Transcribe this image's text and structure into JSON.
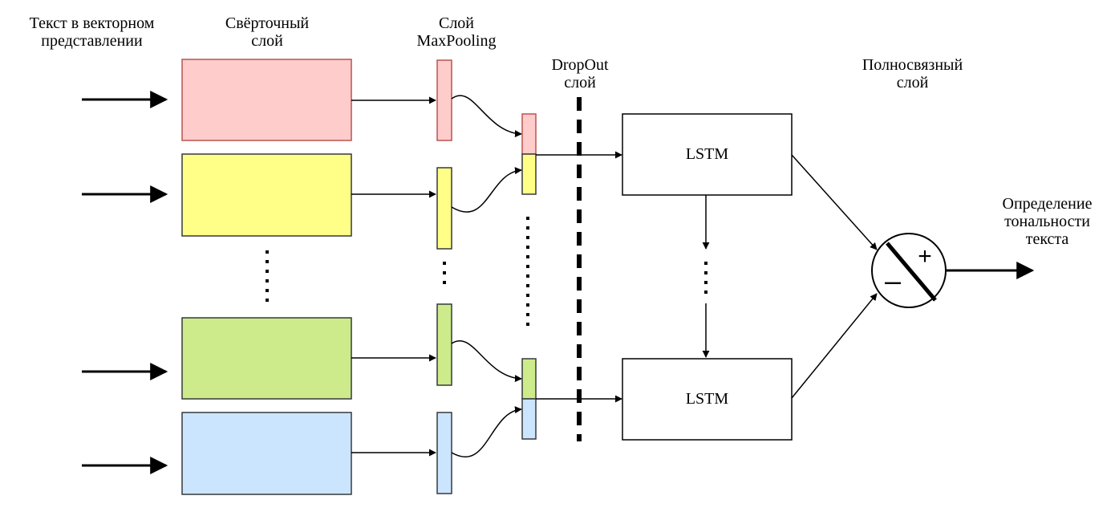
{
  "labels": {
    "input": {
      "line1": "Текст в векторном",
      "line2": "представлении"
    },
    "conv": {
      "line1": "Свёрточный",
      "line2": "слой"
    },
    "pool": {
      "line1": "Слой",
      "line2": "MaxPooling"
    },
    "dropout": {
      "line1": "DropOut",
      "line2": "слой"
    },
    "dense": {
      "line1": "Полносвязный",
      "line2": "слой"
    },
    "output": {
      "line1": "Определение",
      "line2": "тональности",
      "line3": "текста"
    }
  },
  "lstm_top": "LSTM",
  "lstm_bottom": "LSTM",
  "sign_plus": "+",
  "sign_minus": "–",
  "colors": {
    "pink": {
      "fill": "#ffcccc",
      "stroke": "#b85450"
    },
    "yellow": {
      "fill": "#ffff88",
      "stroke": "#36393d"
    },
    "green": {
      "fill": "#cdeb8b",
      "stroke": "#36393d"
    },
    "blue": {
      "fill": "#cce5ff",
      "stroke": "#36393d"
    }
  }
}
